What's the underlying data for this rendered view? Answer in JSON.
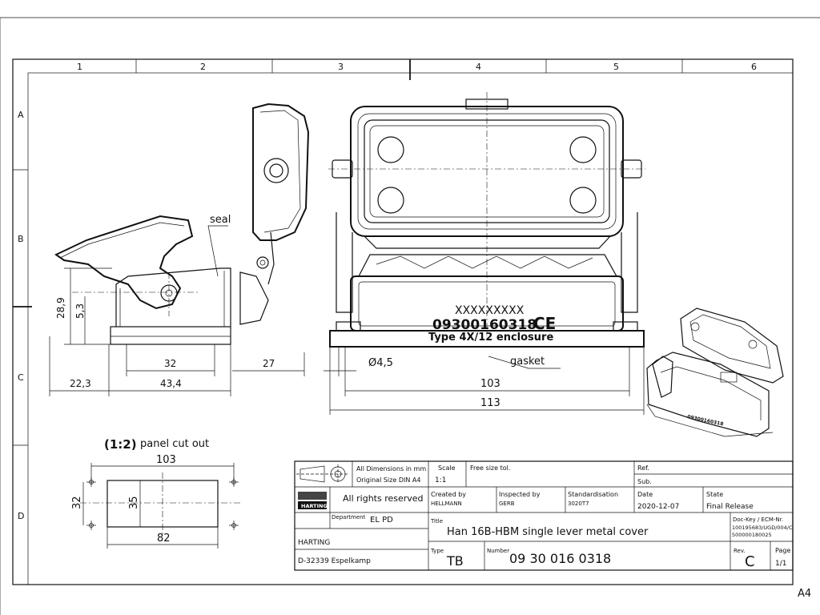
{
  "frame": {
    "columns": [
      "1",
      "2",
      "3",
      "4",
      "5",
      "6"
    ],
    "rows": [
      "A",
      "B",
      "C",
      "D"
    ],
    "sheet_size": "A4"
  },
  "side_view": {
    "label_seal": "seal",
    "dims": {
      "h_28_9": "28,9",
      "h_5_3": "5,3",
      "w_32": "32",
      "w_27": "27",
      "w_22_3": "22,3",
      "w_43_4": "43,4"
    }
  },
  "front_view": {
    "marking_x": "XXXXXXXXX",
    "marking_number": "09300160318",
    "marking_type": "Type 4X/12 enclosure",
    "ce": "CE",
    "label_gasket": "gasket",
    "dims": {
      "hole": "Ø4,5",
      "w_103": "103",
      "w_113": "113"
    }
  },
  "cutout": {
    "scale": "(1:2)",
    "label": "panel cut out",
    "dims": {
      "w_103": "103",
      "h_32": "32",
      "h_35": "35",
      "w_82": "82"
    }
  },
  "title_block": {
    "all_dimensions": "All Dimensions in mm",
    "original_size": "Original Size DIN A4",
    "scale_label": "Scale",
    "scale_value": "1:1",
    "free_size_tol": "Free size tol.",
    "ref_label": "Ref.",
    "sub_label": "Sub.",
    "all_rights": "All rights reserved",
    "logo_text": "HARTING",
    "created_by_label": "Created by",
    "created_by": "HELLMANN",
    "inspected_by_label": "Inspected by",
    "inspected_by": "GERB",
    "standardisation_label": "Standardisation",
    "standardisation": "3020T7",
    "date_label": "Date",
    "date": "2020-12-07",
    "state_label": "State",
    "state": "Final Release",
    "department_label": "Department",
    "department": "EL PD",
    "title_label": "Title",
    "title": "Han 16B-HBM single lever metal cover",
    "doc_key_label": "Doc-Key / ECM-Nr.",
    "doc_key_1": "100195683/UGD/004/C",
    "doc_key_2": "500000180025",
    "company": "HARTING",
    "address": "D-32339 Espelkamp",
    "type_label": "Type",
    "type": "TB",
    "number_label": "Number",
    "number": "09 30 016 0318",
    "rev_label": "Rev.",
    "rev": "C",
    "page_label": "Page",
    "page": "1/1"
  }
}
